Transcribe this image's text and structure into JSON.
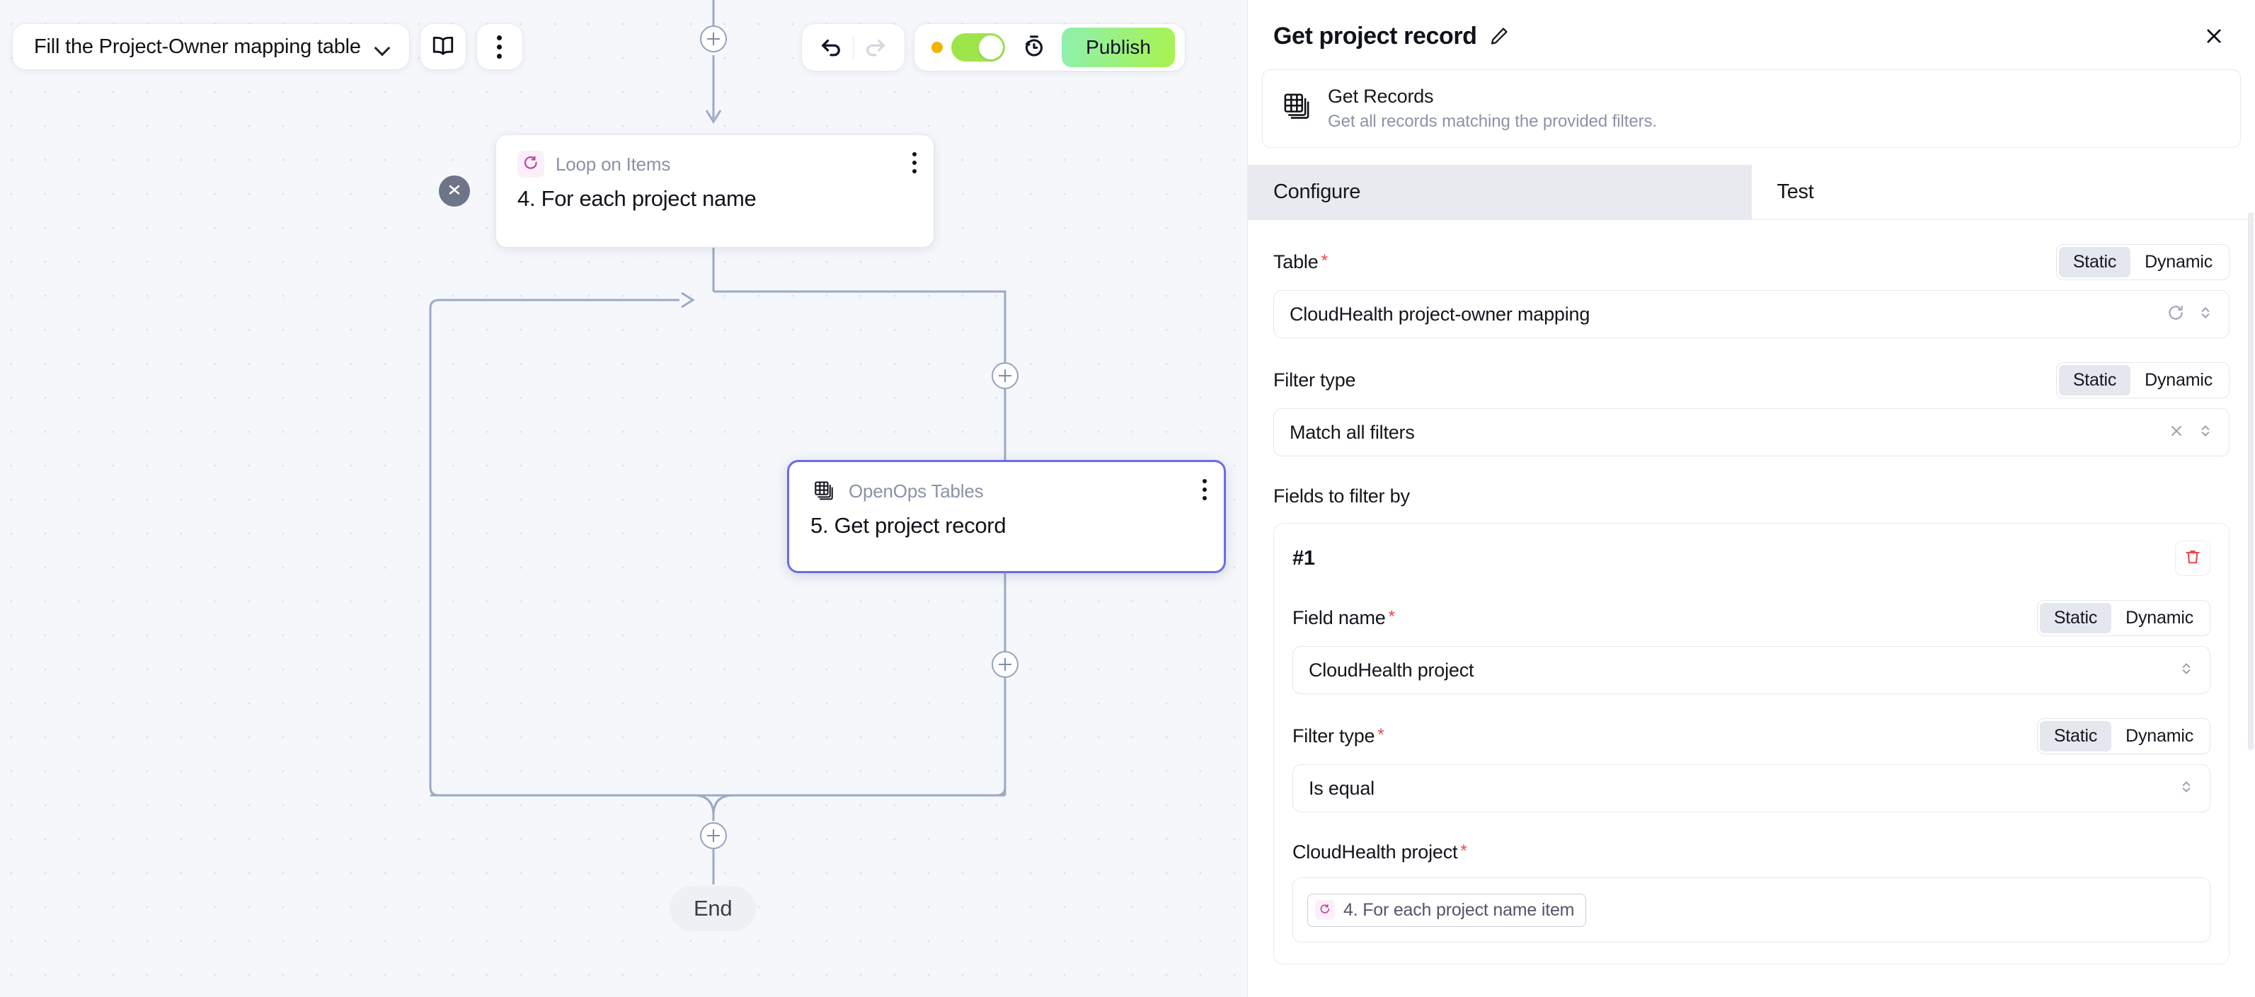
{
  "canvas": {
    "toolbar_left": {
      "flow_name": "Fill the Project-Owner mapping table",
      "chevron_icon": "chevron-down-icon",
      "docs_button_icon": "book-open-icon",
      "more_button_icon": "dots-vertical-icon"
    },
    "toolbar_right": {
      "undo_icon": "undo-arrow-icon",
      "redo_icon": "redo-arrow-icon",
      "status_dot_color": "#f5b301",
      "toggle_on": true,
      "toggle_color": "#9ee54a",
      "history_icon": "run-history-clock-icon",
      "publish_label": "Publish",
      "publish_gradient_from": "#8ef0b0",
      "publish_gradient_to": "#a9f24e"
    },
    "nodes": [
      {
        "kind": "Loop on Items",
        "title": "4. For each project name",
        "icon": "loop-refresh-icon",
        "selected": false,
        "menu_icon": "dots-vertical-icon",
        "collapse_icon": "collapse-chevrons-icon"
      },
      {
        "kind": "OpenOps Tables",
        "title": "5. Get project record",
        "icon": "tables-stack-icon",
        "selected": true,
        "selected_border_color": "#6a6ce8",
        "menu_icon": "dots-vertical-icon"
      }
    ],
    "end_label": "End",
    "add_step_icon": "plus-circle-icon"
  },
  "panel": {
    "title": "Get project record",
    "edit_icon": "pencil-icon",
    "close_icon": "close-x-icon",
    "piece": {
      "icon": "tables-stack-icon",
      "name": "Get Records",
      "description": "Get all records matching the provided filters."
    },
    "tabs": [
      {
        "label": "Configure",
        "active": true
      },
      {
        "label": "Test",
        "active": false
      }
    ],
    "fields": {
      "table": {
        "label": "Table",
        "required": true,
        "mode_options": [
          "Static",
          "Dynamic"
        ],
        "mode_selected": "Static",
        "value": "CloudHealth project-owner mapping",
        "refresh_icon": "refresh-icon",
        "chevron_icon": "chevron-up-down-icon"
      },
      "filter_type": {
        "label": "Filter type",
        "required": false,
        "mode_options": [
          "Static",
          "Dynamic"
        ],
        "mode_selected": "Static",
        "value": "Match all filters",
        "clear_icon": "clear-x-icon",
        "chevron_icon": "chevron-up-down-icon"
      },
      "fields_to_filter_by": {
        "label": "Fields to filter by",
        "entries": [
          {
            "number": "#1",
            "delete_icon": "trash-icon",
            "delete_icon_color": "#ef4444",
            "field_name": {
              "label": "Field name",
              "required": true,
              "mode_options": [
                "Static",
                "Dynamic"
              ],
              "mode_selected": "Static",
              "value": "CloudHealth project",
              "chevron_icon": "chevron-up-down-icon"
            },
            "filter_type": {
              "label": "Filter type",
              "required": true,
              "mode_options": [
                "Static",
                "Dynamic"
              ],
              "mode_selected": "Static",
              "value": "Is equal",
              "chevron_icon": "chevron-up-down-icon"
            },
            "value_field": {
              "label": "CloudHealth project",
              "required": true,
              "token_icon": "loop-refresh-icon",
              "token_label": "4. For each project name item"
            }
          }
        ]
      }
    }
  }
}
